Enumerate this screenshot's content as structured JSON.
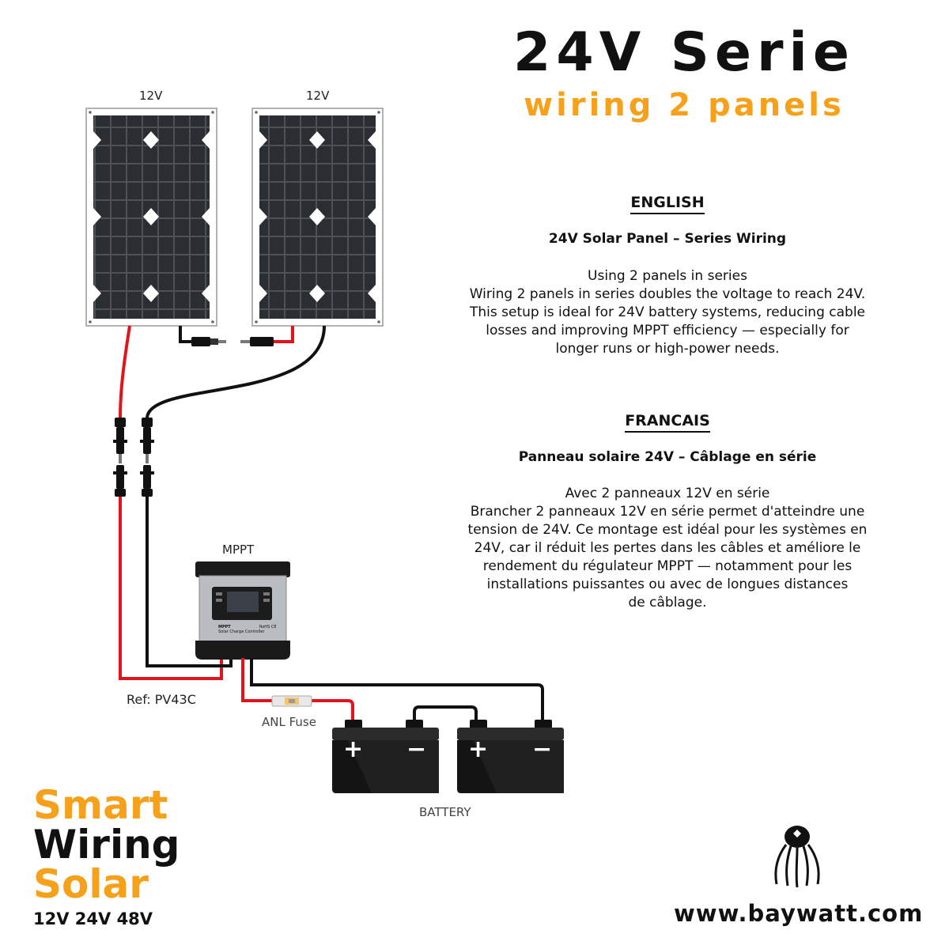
{
  "title": "24V Serie",
  "subtitle": "wiring 2 panels",
  "panels": [
    {
      "label": "12V"
    },
    {
      "label": "12V"
    }
  ],
  "english": {
    "heading": "ENGLISH",
    "subheading": "24V Solar Panel – Series Wiring",
    "lines": [
      "Using 2 panels in series",
      "Wiring 2 panels in series doubles the voltage to reach 24V.",
      "This setup is ideal for 24V battery systems, reducing cable",
      "losses and improving MPPT efficiency — especially for",
      "longer runs or high-power needs."
    ]
  },
  "french": {
    "heading": "FRANCAIS",
    "subheading": "Panneau solaire 24V – Câblage en série",
    "lines": [
      "Avec 2 panneaux 12V en série",
      "Brancher 2 panneaux 12V en série permet d'atteindre une",
      "tension de 24V. Ce montage est idéal pour les systèmes en",
      "24V, car il réduit les pertes dans les câbles et améliore le",
      "rendement du régulateur MPPT — notamment pour les",
      "installations puissantes ou avec de longues distances",
      "de câblage."
    ]
  },
  "controller": {
    "label": "MPPT",
    "device_text_1": "MPPT",
    "device_text_2": "Solar Charge Controller",
    "device_text_3": "RoHS CE"
  },
  "ref": "Ref: PV43C",
  "fuse": "ANL Fuse",
  "battery": {
    "label": "BATTERY",
    "plus": "+",
    "minus": "−"
  },
  "branding": {
    "line1": "Smart",
    "line2": "Wiring",
    "line3": "Solar",
    "voltages": "12V 24V 48V"
  },
  "website": "www.baywatt.com",
  "colors": {
    "accent": "#f7a11a",
    "positive_wire": "#e0141b",
    "negative_wire": "#111111"
  }
}
